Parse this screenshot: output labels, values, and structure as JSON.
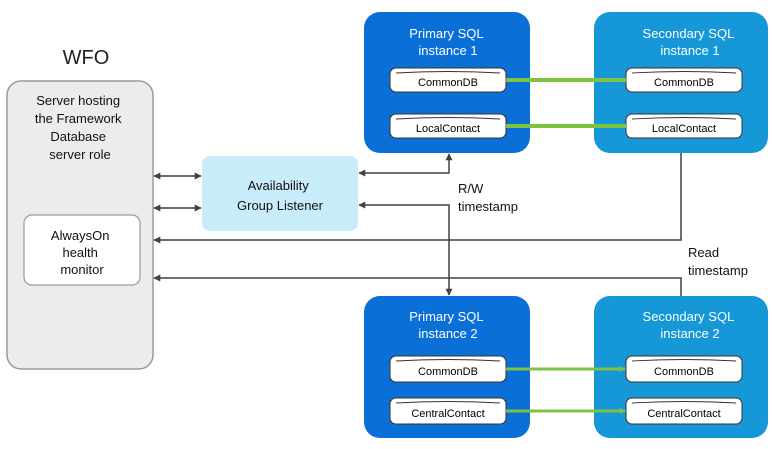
{
  "wfo": {
    "title": "WFO",
    "server_lines": [
      "Server hosting",
      "the Framework",
      "Database",
      "server role"
    ],
    "monitor_lines": [
      "AlwaysOn",
      "health",
      "monitor"
    ]
  },
  "listener": {
    "lines": [
      "Availability",
      "Group Listener"
    ]
  },
  "labels": {
    "rw_lines": [
      "R/W",
      "timestamp"
    ],
    "read_lines": [
      "Read",
      "timestamp"
    ]
  },
  "instances": {
    "primary1": {
      "lines": [
        "Primary SQL",
        "instance 1"
      ],
      "db1": "CommonDB",
      "db2": "LocalContact"
    },
    "secondary1": {
      "lines": [
        "Secondary SQL",
        "instance 1"
      ],
      "db1": "CommonDB",
      "db2": "LocalContact"
    },
    "primary2": {
      "lines": [
        "Primary SQL",
        "instance 2"
      ],
      "db1": "CommonDB",
      "db2": "CentralContact"
    },
    "secondary2": {
      "lines": [
        "Secondary SQL",
        "instance 2"
      ],
      "db1": "CommonDB",
      "db2": "CentralContact"
    }
  },
  "colors": {
    "primary_fill": "#0a6fd6",
    "secondary_fill": "#1697d8",
    "listener_fill": "#c9ecfb",
    "wfo_fill": "#ececec",
    "replication_line": "#7ec242",
    "connector": "#404040"
  }
}
